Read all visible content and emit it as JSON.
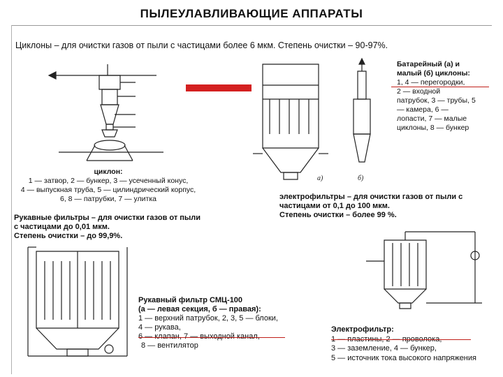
{
  "title": "ПЫЛЕУЛАВЛИВАЮЩИЕ АППАРАТЫ",
  "intro": "Циклоны – для очистки газов от  пыли с частицами более 6 мкм. Степень очистки – 90-97%.",
  "cyclone": {
    "caption_title": "циклон:",
    "caption_lines": [
      "1 — затвор, 2 — бункер, 3 — усеченный конус,",
      "4 — выпускная труба, 5 — цилиндрический корпус,",
      "6, 8 — патрубки, 7 — улитка"
    ]
  },
  "battery": {
    "caption_title_lines": [
      "Батарейный (а) и",
      "малый (б) циклоны:"
    ],
    "caption_lines": [
      "1, 4 — перегородки,",
      "2 — входной",
      "патрубок, 3 — трубы, 5",
      "— камера, 6 —",
      "лопасти, 7 — малые",
      "циклоны, 8 — бункер"
    ],
    "label_a": "а)",
    "label_b": "б)"
  },
  "electrofilter_desc": [
    "электрофильтры – для очистки газов от  пыли с",
    "частицами от  0,1 до 100 мкм.",
    "Степень очистки – более 99 %."
  ],
  "bag_desc": [
    "Рукавные фильтры – для очистки газов от  пыли",
    "с частицами до 0,01 мкм.",
    "Степень очистки –  до 99,9%."
  ],
  "bag_filter": {
    "caption_lines": [
      "Рукавный  фильтр СМЦ-100",
      "(а — левая секция, б — правая):",
      "1 — верхний  патрубок, 2, 3, 5 — блоки,",
      "4 — рукава,",
      "6 — клапан, 7 — выходной канал,",
      "8 — вентилятор"
    ]
  },
  "electrofilter": {
    "caption_lines": [
      "Электрофильтр:",
      "1 — пластины,  2 — проволока,",
      "3 — заземление, 4 — бункер,",
      "5 — источник тока высокого напряжения"
    ]
  },
  "colors": {
    "accent_red": "#d42020",
    "text": "#111111",
    "rule": "#9a9a9a"
  }
}
